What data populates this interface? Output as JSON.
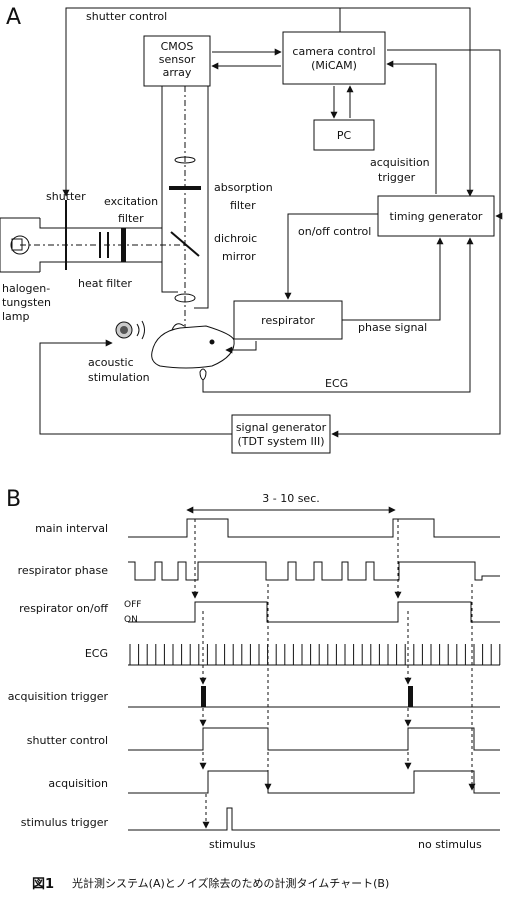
{
  "panel_a": {
    "letter": "A",
    "shutter_control": "shutter control",
    "cmos": [
      "CMOS",
      "sensor",
      "array"
    ],
    "camera_control": [
      "camera control",
      "(MiCAM)"
    ],
    "pc": "PC",
    "acquisition_trigger": [
      "acquisition",
      "trigger"
    ],
    "timing_generator": "timing generator",
    "on_off_control": "on/off control",
    "shutter": "shutter",
    "excitation_filter": [
      "excitation",
      "filter"
    ],
    "absorption_filter": [
      "absorption",
      "filter"
    ],
    "dichroic_mirror": [
      "dichroic",
      "mirror"
    ],
    "heat_filter": "heat filter",
    "lamp": [
      "halogen-",
      "tungsten",
      "lamp"
    ],
    "respirator": "respirator",
    "phase_signal": "phase signal",
    "acoustic_stimulation": [
      "acoustic",
      "stimulation"
    ],
    "ecg": "ECG",
    "signal_generator": [
      "signal generator",
      "(TDT system III)"
    ]
  },
  "panel_b": {
    "letter": "B",
    "interval": "3 - 10  sec.",
    "rows": [
      "main interval",
      "respirator phase",
      "respirator on/off",
      "ECG",
      "acquisition trigger",
      "shutter control",
      "acquisition",
      "stimulus trigger"
    ],
    "off": "OFF",
    "on": "ON",
    "stimulus": "stimulus",
    "no_stimulus": "no stimulus"
  },
  "caption": {
    "label": "図1",
    "text": "光計測システム(A)とノイズ除去のための計測タイムチャート(B)"
  }
}
